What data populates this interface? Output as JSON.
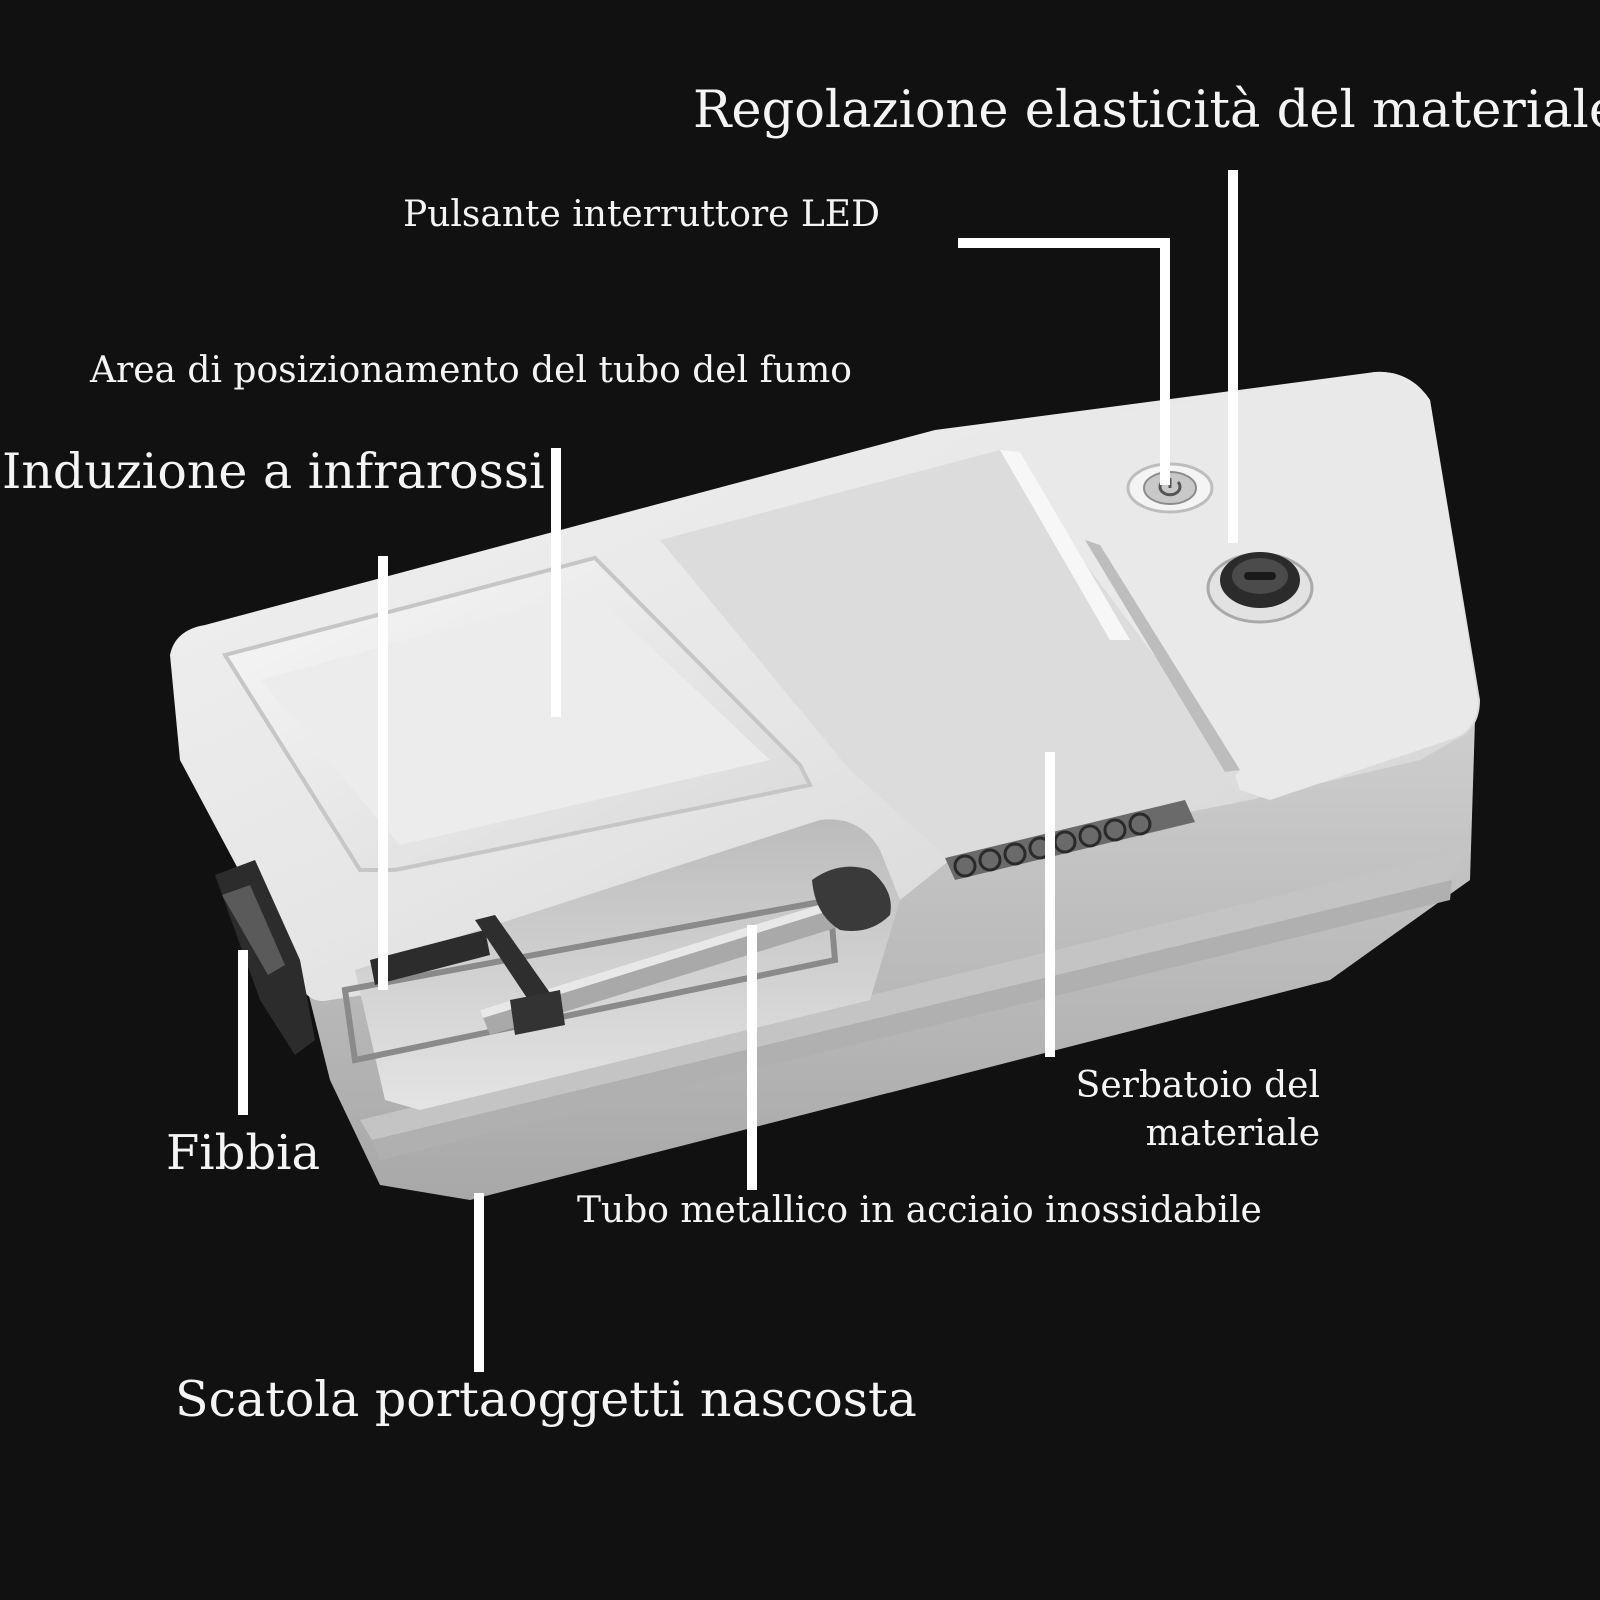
{
  "labels": {
    "material_elasticity": "Regolazione elasticità del materiale",
    "led_switch": "Pulsante interruttore LED",
    "tube_area": "Area di posizionamento del tubo del fumo",
    "infrared": "Induzione a infrarossi",
    "buckle": "Fibbia",
    "reservoir": "Serbatoio del materiale",
    "steel_tube": "Tubo metallico in acciaio inossidabile",
    "storage_box": "Scatola portaoggetti nascosta"
  },
  "colors": {
    "background": "#111111",
    "text": "#f4f4f4",
    "leader_line": "#ffffff",
    "body_silver": "#d9d9d9"
  }
}
